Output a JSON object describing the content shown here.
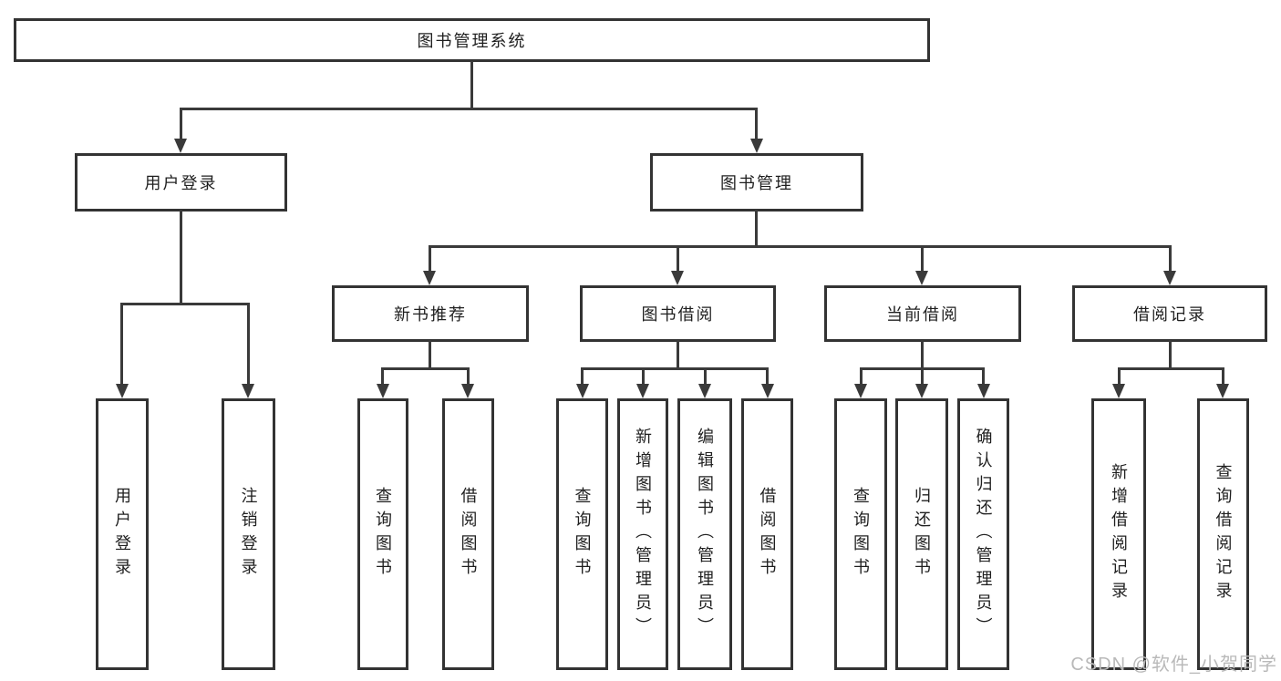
{
  "tree": {
    "root": "图书管理系统",
    "branches": [
      {
        "label": "用户登录",
        "children": [
          "用户登录",
          "注销登录"
        ]
      },
      {
        "label": "图书管理",
        "sections": [
          {
            "label": "新书推荐",
            "children": [
              "查询图书",
              "借阅图书"
            ]
          },
          {
            "label": "图书借阅",
            "children": [
              "查询图书",
              "新增图书（管理员）",
              "编辑图书（管理员）",
              "借阅图书"
            ]
          },
          {
            "label": "当前借阅",
            "children": [
              "查询图书",
              "归还图书",
              "确认归还（管理员）"
            ]
          },
          {
            "label": "借阅记录",
            "children": [
              "新增借阅记录",
              "查询借阅记录"
            ]
          }
        ]
      }
    ]
  },
  "watermark": {
    "text": "CSDN @软件_小贺同学"
  },
  "colors": {
    "box_border": "#333333",
    "line": "#3a3a3a",
    "text": "#1f1f1f",
    "background": "#ffffff",
    "watermark": "#b9b9b9"
  }
}
